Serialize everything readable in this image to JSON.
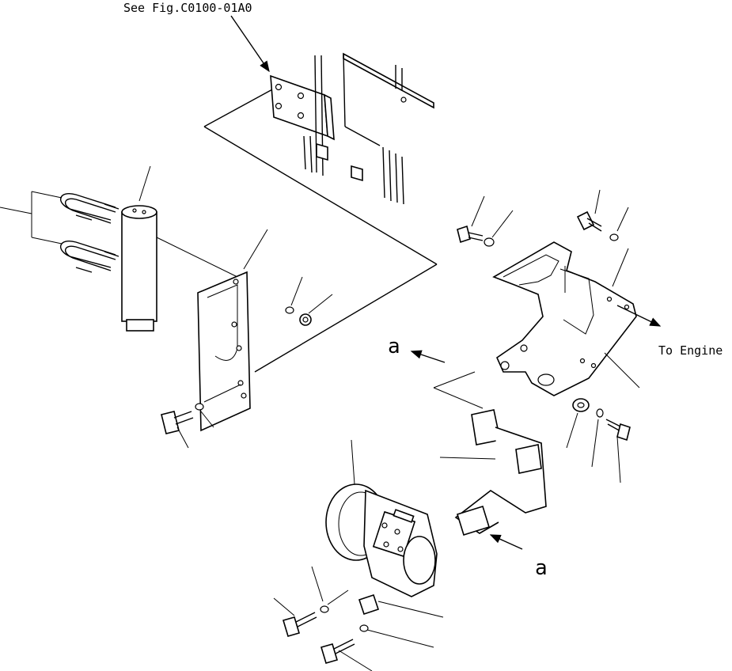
{
  "labels": {
    "see_fig": "See Fig.C0100-01A0",
    "to_engine": "To Engine",
    "view_a_top": "a",
    "view_a_bottom": "a"
  }
}
